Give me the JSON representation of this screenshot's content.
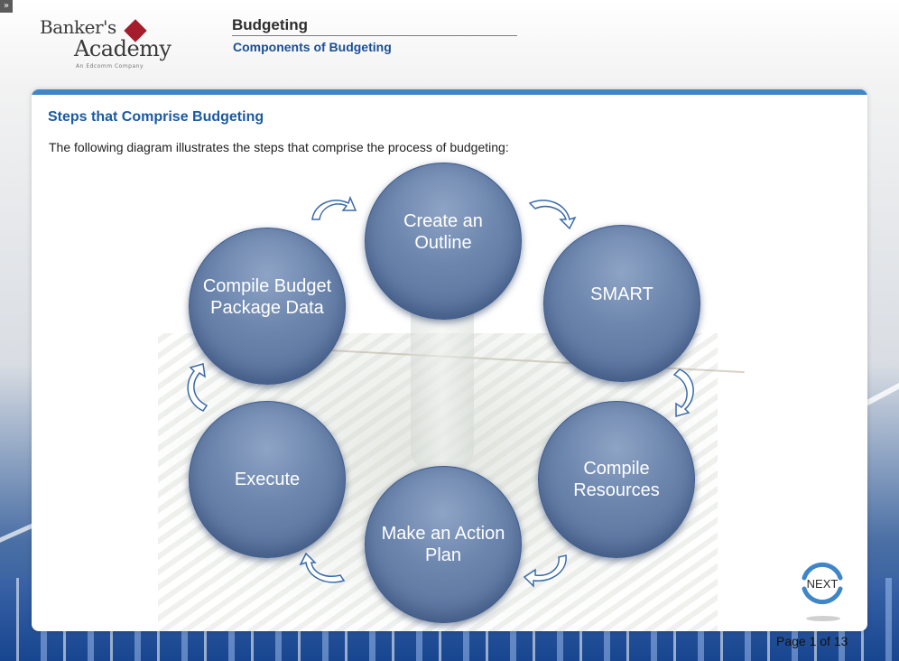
{
  "sidebar_toggle": "»",
  "logo": {
    "line1": "Banker's",
    "line2": "Academy",
    "subtitle": "An Edcomm Company"
  },
  "header": {
    "title": "Budgeting",
    "subtitle": "Components of Budgeting"
  },
  "panel": {
    "title": "Steps that Comprise Budgeting",
    "intro": "The following diagram illustrates the steps that comprise the process of budgeting:"
  },
  "steps": [
    {
      "label": "Create an\nOutline"
    },
    {
      "label": "SMART"
    },
    {
      "label": "Compile\nResources"
    },
    {
      "label": "Make an Action\nPlan"
    },
    {
      "label": "Execute"
    },
    {
      "label": "Compile Budget\nPackage Data"
    }
  ],
  "navigation": {
    "next_label": "NEXT",
    "page_text": "Page 1 of  13"
  },
  "colors": {
    "accent_blue": "#1b5aa0",
    "panel_bar": "#3f86c8",
    "circle_fill": "#6d86ad",
    "logo_red": "#a51d2c"
  }
}
